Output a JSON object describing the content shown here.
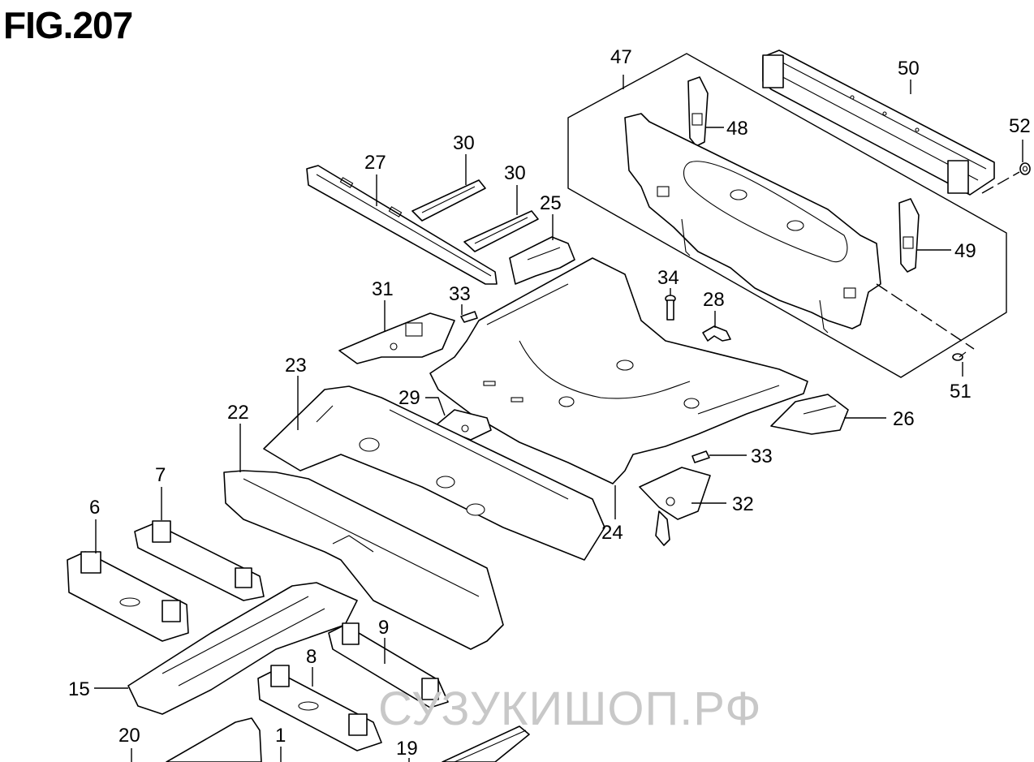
{
  "figure": {
    "title": "FIG.207",
    "watermark": "СУЗУКИШОП.РФ"
  },
  "callouts": {
    "c1": "1",
    "c6": "6",
    "c7": "7",
    "c8": "8",
    "c9": "9",
    "c15": "15",
    "c19": "19",
    "c20": "20",
    "c22": "22",
    "c23": "23",
    "c24": "24",
    "c25": "25",
    "c26": "26",
    "c27": "27",
    "c28": "28",
    "c29": "29",
    "c30a": "30",
    "c30b": "30",
    "c31": "31",
    "c32": "32",
    "c33a": "33",
    "c33b": "33",
    "c34": "34",
    "c47": "47",
    "c48": "48",
    "c49": "49",
    "c50": "50",
    "c51": "51",
    "c52": "52"
  }
}
